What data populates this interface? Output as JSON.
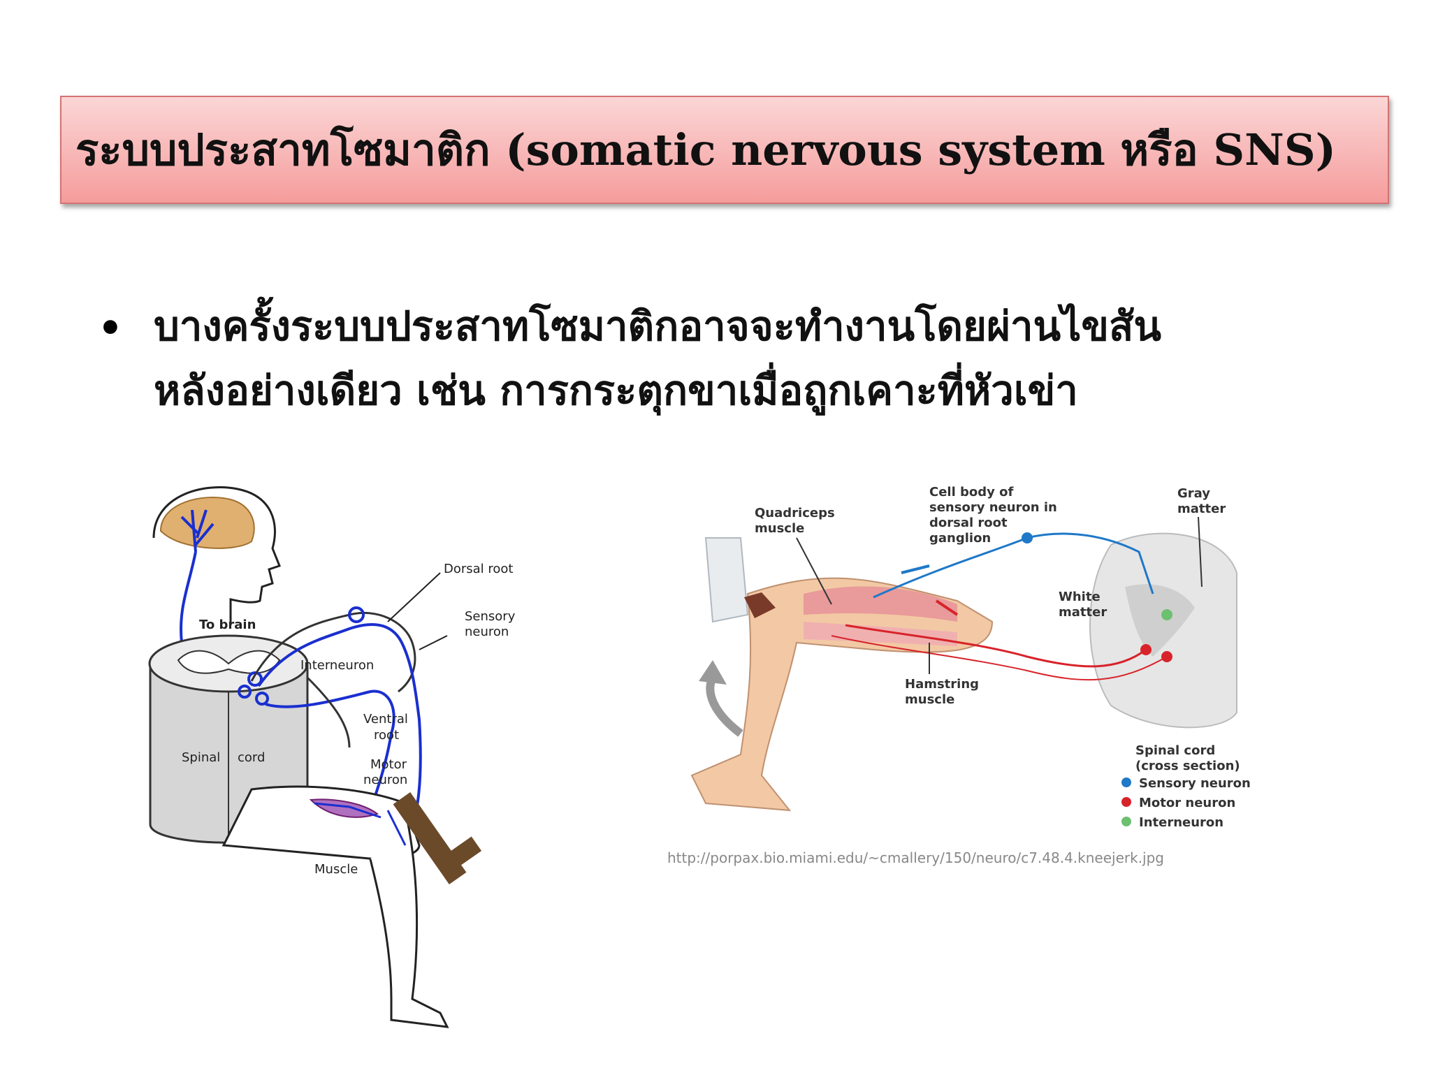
{
  "slide": {
    "title": "ระบบประสาทโซมาติก (somatic nervous system หรือ SNS)",
    "bullet": {
      "line1": "บางครั้งระบบประสาทโซมาติกอาจจะทำงานโดยผ่านไขสัน",
      "line2": "หลังอย่างเดียว เช่น การกระตุกขาเมื่อถูกเคาะที่หัวเข่า"
    }
  },
  "left_figure": {
    "labels": {
      "to_brain": "To brain",
      "dorsal_root": "Dorsal root",
      "sensory_neuron_1": "Sensory",
      "sensory_neuron_2": "neuron",
      "interneuron": "Interneuron",
      "ventral_root_1": "Ventral",
      "ventral_root_2": "root",
      "motor_neuron_1": "Motor",
      "motor_neuron_2": "neuron",
      "spinal": "Spinal",
      "cord": "cord",
      "muscle": "Muscle"
    },
    "colors": {
      "nerve": "#1a2fd0",
      "brain": "#e0b070",
      "muscle": "#b070c0",
      "hammer": "#6b4a2a"
    }
  },
  "right_figure": {
    "labels": {
      "quadriceps_1": "Quadriceps",
      "quadriceps_2": "muscle",
      "cell_body_1": "Cell body of",
      "cell_body_2": "sensory neuron in",
      "cell_body_3": "dorsal root",
      "cell_body_4": "ganglion",
      "gray_matter_1": "Gray",
      "gray_matter_2": "matter",
      "white_matter_1": "White",
      "white_matter_2": "matter",
      "hamstring_1": "Hamstring",
      "hamstring_2": "muscle",
      "spinal_cord_1": "Spinal cord",
      "spinal_cord_2": "(cross section)",
      "url": "http://porpax.bio.miami.edu/~cmallery/150/neuro/c7.48.4.kneejerk.jpg"
    },
    "legend": [
      {
        "label": "Sensory neuron",
        "color": "#1f78c8"
      },
      {
        "label": "Motor neuron",
        "color": "#d8232a"
      },
      {
        "label": "Interneuron",
        "color": "#6cc070"
      }
    ],
    "colors": {
      "skin": "#f2c9a4",
      "muscle": "#e99a9a",
      "arrow": "#999999"
    }
  }
}
